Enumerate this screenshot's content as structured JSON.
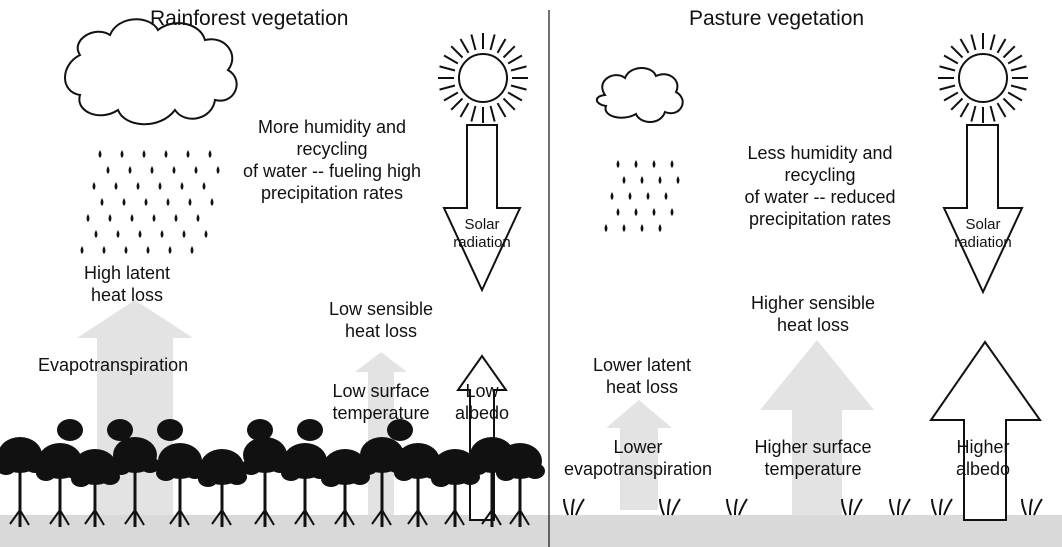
{
  "rainforest": {
    "title": "Rainforest vegetation",
    "humidity": [
      "More humidity and",
      "recycling",
      "of water -- fueling high",
      "precipitation rates"
    ],
    "solar": [
      "Solar",
      "radiation"
    ],
    "latent": [
      "High latent",
      "heat loss"
    ],
    "sensible": [
      "Low sensible",
      "heat loss"
    ],
    "evapo": "Evapotranspiration",
    "surface_temp": [
      "Low surface",
      "temperature"
    ],
    "albedo": [
      "Low",
      "albedo"
    ]
  },
  "pasture": {
    "title": "Pasture vegetation",
    "humidity": [
      "Less humidity and",
      "recycling",
      "of water -- reduced",
      "precipitation rates"
    ],
    "solar": [
      "Solar",
      "radiation"
    ],
    "latent": [
      "Lower latent",
      "heat loss"
    ],
    "sensible": [
      "Higher sensible",
      "heat loss"
    ],
    "evapo": [
      "Lower",
      "evapotranspiration"
    ],
    "surface_temp": [
      "Higher surface",
      "temperature"
    ],
    "albedo": [
      "Higher",
      "albedo"
    ]
  },
  "colors": {
    "ground": "#d9d9d9",
    "arrow_gray": "#e3e3e3",
    "ink": "#111111"
  }
}
